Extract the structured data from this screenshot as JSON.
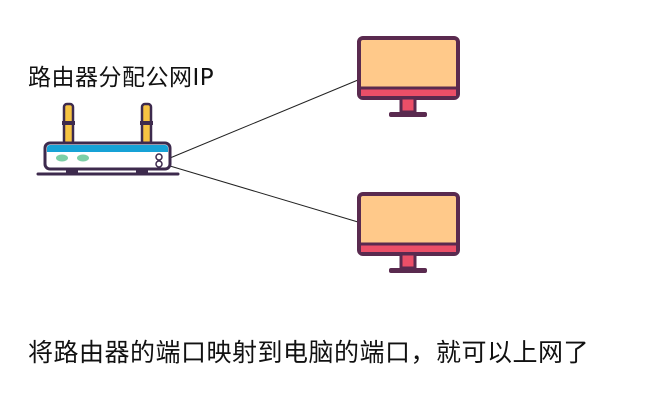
{
  "labels": {
    "router_label": "路由器分配公网IP",
    "caption": "将路由器的端口映射到电脑的端口，就可以上网了"
  },
  "nodes": {
    "router": {
      "icon": "router-icon",
      "body_color": "#ffffff",
      "top_color": "#17a2d6",
      "antenna_color": "#f6c342",
      "led_color": "#7ccfa6",
      "outline_color": "#3d2a4d"
    },
    "monitors": [
      {
        "icon": "monitor-icon",
        "screen_color": "#ffc98a",
        "bezel_color": "#ec4f68",
        "outline_color": "#5a2a4f"
      },
      {
        "icon": "monitor-icon",
        "screen_color": "#ffc98a",
        "bezel_color": "#ec4f68",
        "outline_color": "#5a2a4f"
      }
    ]
  },
  "edges": [
    {
      "from": "router",
      "to": "monitor-1"
    },
    {
      "from": "router",
      "to": "monitor-2"
    }
  ]
}
